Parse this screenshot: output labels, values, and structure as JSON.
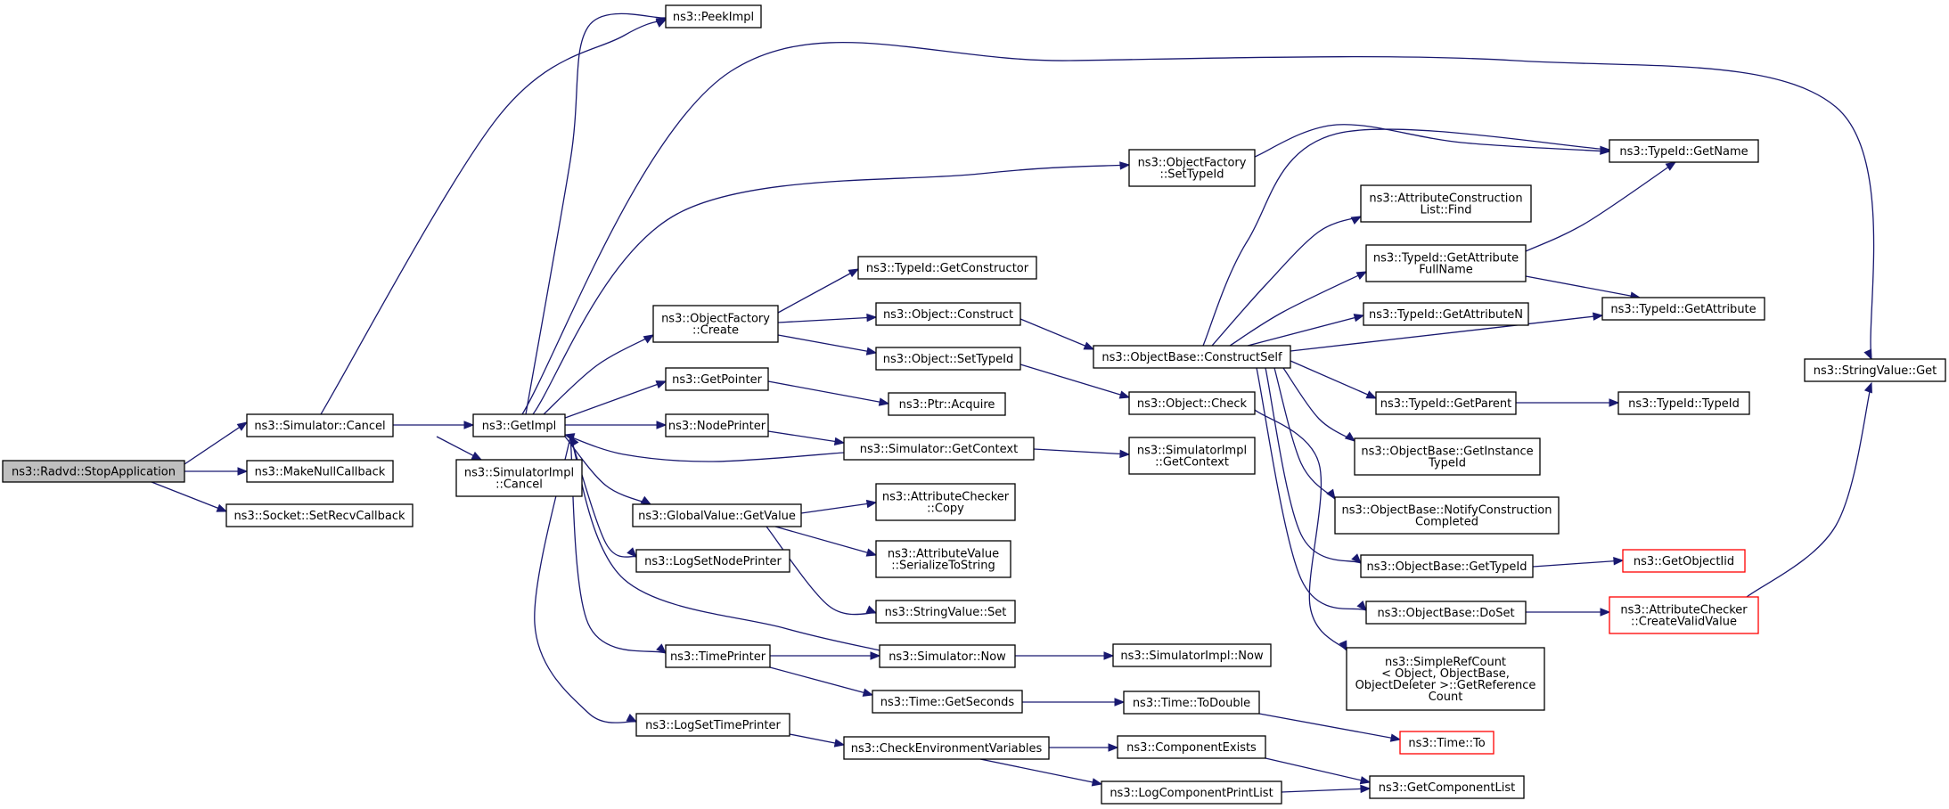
{
  "graph": {
    "type": "call-graph",
    "nodes": [
      {
        "id": "stop",
        "label": [
          "ns3::Radvd::StopApplication"
        ],
        "root": true
      },
      {
        "id": "simcancel",
        "label": [
          "ns3::Simulator::Cancel"
        ]
      },
      {
        "id": "makenull",
        "label": [
          "ns3::MakeNullCallback"
        ]
      },
      {
        "id": "setrecv",
        "label": [
          "ns3::Socket::SetRecvCallback"
        ]
      },
      {
        "id": "getimpl",
        "label": [
          "ns3::GetImpl"
        ]
      },
      {
        "id": "simimplcancel",
        "label": [
          "ns3::SimulatorImpl",
          "::Cancel"
        ]
      },
      {
        "id": "peekimpl",
        "label": [
          "ns3::PeekImpl"
        ]
      },
      {
        "id": "ofcreate",
        "label": [
          "ns3::ObjectFactory",
          "::Create"
        ]
      },
      {
        "id": "getpointer",
        "label": [
          "ns3::GetPointer"
        ]
      },
      {
        "id": "nodeprinter",
        "label": [
          "ns3::NodePrinter"
        ]
      },
      {
        "id": "gvgetvalue",
        "label": [
          "ns3::GlobalValue::GetValue"
        ]
      },
      {
        "id": "logsetnode",
        "label": [
          "ns3::LogSetNodePrinter"
        ]
      },
      {
        "id": "timeprinter",
        "label": [
          "ns3::TimePrinter"
        ]
      },
      {
        "id": "logsettime",
        "label": [
          "ns3::LogSetTimePrinter"
        ]
      },
      {
        "id": "getconstructor",
        "label": [
          "ns3::TypeId::GetConstructor"
        ]
      },
      {
        "id": "objconstruct",
        "label": [
          "ns3::Object::Construct"
        ]
      },
      {
        "id": "objsettypeid",
        "label": [
          "ns3::Object::SetTypeId"
        ]
      },
      {
        "id": "ptracquire",
        "label": [
          "ns3::Ptr::Acquire"
        ]
      },
      {
        "id": "simgetcontext",
        "label": [
          "ns3::Simulator::GetContext"
        ]
      },
      {
        "id": "acopy",
        "label": [
          "ns3::AttributeChecker",
          "::Copy"
        ]
      },
      {
        "id": "aserial",
        "label": [
          "ns3::AttributeValue",
          "::SerializeToString"
        ]
      },
      {
        "id": "svset",
        "label": [
          "ns3::StringValue::Set"
        ]
      },
      {
        "id": "simnow",
        "label": [
          "ns3::Simulator::Now"
        ]
      },
      {
        "id": "getseconds",
        "label": [
          "ns3::Time::GetSeconds"
        ]
      },
      {
        "id": "checkenv",
        "label": [
          "ns3::CheckEnvironmentVariables"
        ]
      },
      {
        "id": "ofsettypeid",
        "label": [
          "ns3::ObjectFactory",
          "::SetTypeId"
        ]
      },
      {
        "id": "constructself",
        "label": [
          "ns3::ObjectBase::ConstructSelf"
        ]
      },
      {
        "id": "objcheck",
        "label": [
          "ns3::Object::Check"
        ]
      },
      {
        "id": "simimplgetcontext",
        "label": [
          "ns3::SimulatorImpl",
          "::GetContext"
        ]
      },
      {
        "id": "simimplnow",
        "label": [
          "ns3::SimulatorImpl::Now"
        ]
      },
      {
        "id": "todouble",
        "label": [
          "ns3::Time::ToDouble"
        ]
      },
      {
        "id": "compexists",
        "label": [
          "ns3::ComponentExists"
        ]
      },
      {
        "id": "logcompprint",
        "label": [
          "ns3::LogComponentPrintList"
        ]
      },
      {
        "id": "aclfind",
        "label": [
          "ns3::AttributeConstruction",
          "List::Find"
        ]
      },
      {
        "id": "getattrfull",
        "label": [
          "ns3::TypeId::GetAttribute",
          "FullName"
        ]
      },
      {
        "id": "getattrn",
        "label": [
          "ns3::TypeId::GetAttributeN"
        ]
      },
      {
        "id": "getparent",
        "label": [
          "ns3::TypeId::GetParent"
        ]
      },
      {
        "id": "getinstance",
        "label": [
          "ns3::ObjectBase::GetInstance",
          "TypeId"
        ]
      },
      {
        "id": "notifycons",
        "label": [
          "ns3::ObjectBase::NotifyConstruction",
          "Completed"
        ]
      },
      {
        "id": "obgettypeid",
        "label": [
          "ns3::ObjectBase::GetTypeId"
        ]
      },
      {
        "id": "obdoset",
        "label": [
          "ns3::ObjectBase::DoSet"
        ]
      },
      {
        "id": "simplerefcount",
        "label": [
          "ns3::SimpleRefCount",
          "< Object, ObjectBase,",
          " ObjectDeleter >::GetReference",
          "Count"
        ]
      },
      {
        "id": "timeto",
        "label": [
          "ns3::Time::To"
        ],
        "truncated": true
      },
      {
        "id": "getcomplist",
        "label": [
          "ns3::GetComponentList"
        ]
      },
      {
        "id": "getname",
        "label": [
          "ns3::TypeId::GetName"
        ]
      },
      {
        "id": "getattribute",
        "label": [
          "ns3::TypeId::GetAttribute"
        ]
      },
      {
        "id": "typeidtypeid",
        "label": [
          "ns3::TypeId::TypeId"
        ]
      },
      {
        "id": "getobjectiid",
        "label": [
          "ns3::GetObjectIid"
        ],
        "truncated": true
      },
      {
        "id": "createvalid",
        "label": [
          "ns3::AttributeChecker",
          "::CreateValidValue"
        ],
        "truncated": true
      },
      {
        "id": "svget",
        "label": [
          "ns3::StringValue::Get"
        ]
      }
    ],
    "edges": [
      [
        "stop",
        "simcancel"
      ],
      [
        "stop",
        "makenull"
      ],
      [
        "stop",
        "setrecv"
      ],
      [
        "simcancel",
        "getimpl"
      ],
      [
        "simcancel",
        "simimplcancel"
      ],
      [
        "simcancel",
        "peekimpl"
      ],
      [
        "getimpl",
        "peekimpl"
      ],
      [
        "getimpl",
        "ofcreate"
      ],
      [
        "getimpl",
        "getpointer"
      ],
      [
        "getimpl",
        "nodeprinter"
      ],
      [
        "getimpl",
        "gvgetvalue"
      ],
      [
        "getimpl",
        "logsetnode"
      ],
      [
        "getimpl",
        "timeprinter"
      ],
      [
        "getimpl",
        "logsettime"
      ],
      [
        "getimpl",
        "ofsettypeid"
      ],
      [
        "getimpl",
        "svget"
      ],
      [
        "ofcreate",
        "getconstructor"
      ],
      [
        "ofcreate",
        "objconstruct"
      ],
      [
        "ofcreate",
        "objsettypeid"
      ],
      [
        "getpointer",
        "ptracquire"
      ],
      [
        "nodeprinter",
        "simgetcontext"
      ],
      [
        "simgetcontext",
        "getimpl"
      ],
      [
        "simgetcontext",
        "simimplgetcontext"
      ],
      [
        "gvgetvalue",
        "acopy"
      ],
      [
        "gvgetvalue",
        "aserial"
      ],
      [
        "gvgetvalue",
        "svset"
      ],
      [
        "timeprinter",
        "simnow"
      ],
      [
        "timeprinter",
        "getseconds"
      ],
      [
        "simnow",
        "getimpl"
      ],
      [
        "simnow",
        "simimplnow"
      ],
      [
        "getseconds",
        "todouble"
      ],
      [
        "todouble",
        "timeto"
      ],
      [
        "logsettime",
        "checkenv"
      ],
      [
        "checkenv",
        "compexists"
      ],
      [
        "checkenv",
        "logcompprint"
      ],
      [
        "compexists",
        "getcomplist"
      ],
      [
        "logcompprint",
        "getcomplist"
      ],
      [
        "objconstruct",
        "constructself"
      ],
      [
        "objsettypeid",
        "objcheck"
      ],
      [
        "objcheck",
        "simplerefcount"
      ],
      [
        "ofsettypeid",
        "getname"
      ],
      [
        "constructself",
        "getname"
      ],
      [
        "constructself",
        "aclfind"
      ],
      [
        "constructself",
        "getattrfull"
      ],
      [
        "constructself",
        "getattrn"
      ],
      [
        "constructself",
        "getattribute"
      ],
      [
        "constructself",
        "getparent"
      ],
      [
        "constructself",
        "getinstance"
      ],
      [
        "constructself",
        "notifycons"
      ],
      [
        "constructself",
        "obgettypeid"
      ],
      [
        "constructself",
        "obdoset"
      ],
      [
        "getattrfull",
        "getname"
      ],
      [
        "getattrfull",
        "getattribute"
      ],
      [
        "getparent",
        "typeidtypeid"
      ],
      [
        "obgettypeid",
        "getobjectiid"
      ],
      [
        "obdoset",
        "createvalid"
      ],
      [
        "createvalid",
        "svget"
      ]
    ]
  },
  "colors": {
    "edge": "#191970",
    "node_border": "#000000",
    "root_fill": "#bfbfbf",
    "truncated_border": "#ff0000"
  }
}
